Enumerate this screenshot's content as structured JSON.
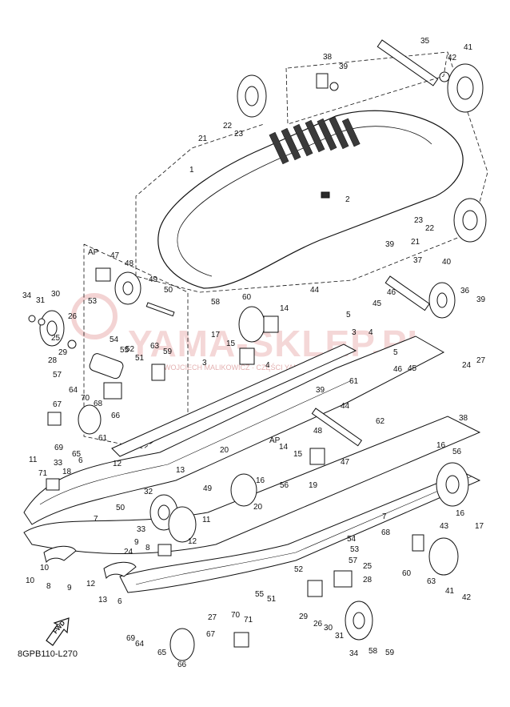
{
  "diagram": {
    "code": "8GPB110-L270",
    "fwd_label": "FWD",
    "ap_labels": [
      "AP",
      "AP"
    ],
    "watermark": {
      "text": "YAMA-SKLEP.PL",
      "subtext": "WOJCIECH MALIKOWICZ · CZĘŚCI YAMAHA"
    },
    "callouts": [
      "35",
      "41",
      "42",
      "38",
      "39",
      "22",
      "23",
      "21",
      "1",
      "2",
      "23",
      "22",
      "21",
      "39",
      "37",
      "40",
      "36",
      "39",
      "44",
      "46",
      "45",
      "47",
      "48",
      "49",
      "50",
      "34",
      "31",
      "30",
      "26",
      "29",
      "28",
      "25",
      "57",
      "53",
      "54",
      "55",
      "52",
      "51",
      "63",
      "59",
      "58",
      "60",
      "14",
      "17",
      "15",
      "3",
      "4",
      "5",
      "3",
      "4",
      "5",
      "46",
      "45",
      "27",
      "24",
      "64",
      "70",
      "68",
      "67",
      "66",
      "69",
      "65",
      "61",
      "6",
      "62",
      "61",
      "44",
      "39",
      "38",
      "16",
      "56",
      "20",
      "13",
      "12",
      "11",
      "71",
      "33",
      "18",
      "32",
      "50",
      "49",
      "14",
      "15",
      "48",
      "47",
      "16",
      "56",
      "19",
      "20",
      "33",
      "12",
      "11",
      "7",
      "9",
      "8",
      "10",
      "10",
      "8",
      "9",
      "12",
      "13",
      "6",
      "24",
      "27",
      "55",
      "51",
      "52",
      "54",
      "53",
      "57",
      "25",
      "28",
      "29",
      "26",
      "30",
      "31",
      "34",
      "58",
      "59",
      "60",
      "63",
      "41",
      "42",
      "43",
      "16",
      "17",
      "7",
      "68",
      "69",
      "64",
      "65",
      "66",
      "67",
      "70",
      "71"
    ]
  }
}
